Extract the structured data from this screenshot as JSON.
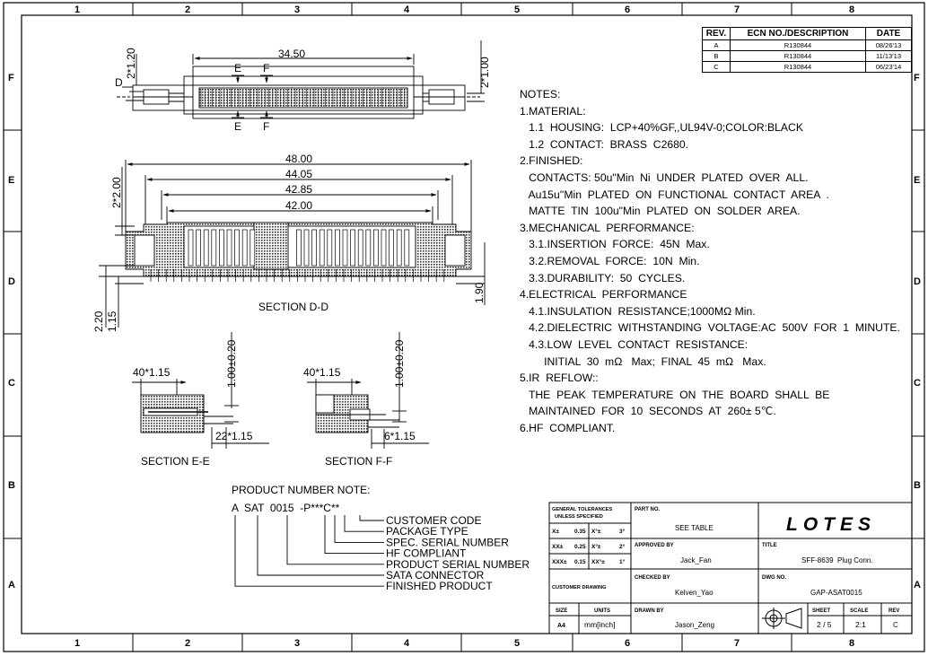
{
  "border": {
    "columns": [
      "1",
      "2",
      "3",
      "4",
      "5",
      "6",
      "7",
      "8"
    ],
    "rows": [
      "F",
      "E",
      "D",
      "C",
      "B",
      "A"
    ]
  },
  "revisions": {
    "headers": [
      "REV.",
      "ECN NO./DESCRIPTION",
      "DATE"
    ],
    "rows": [
      {
        "rev": "A",
        "ecn": "R130844",
        "date": "08/26'13"
      },
      {
        "rev": "B",
        "ecn": "R130844",
        "date": "11/13'13"
      },
      {
        "rev": "C",
        "ecn": "R130844",
        "date": "06/23'14"
      }
    ]
  },
  "top_view": {
    "dim_width": "34.50",
    "dim_left": "2*1.20",
    "dim_right": "2*1.00",
    "label_d": "D",
    "label_e_top": "E",
    "label_f_top": "F",
    "label_e_bottom": "E",
    "label_f_bottom": "F"
  },
  "section_dd": {
    "dims": [
      "48.00",
      "44.05",
      "42.85",
      "42.00"
    ],
    "dim_left": "2*2.00",
    "dim_right": "1.90",
    "dim_a": "2.20",
    "dim_b": "1.15",
    "caption": "SECTION D-D"
  },
  "section_ee": {
    "dim_top": "40*1.15",
    "dim_vert": "1.00±0.20",
    "dim_bottom": "22*1.15",
    "caption": "SECTION E-E"
  },
  "section_ff": {
    "dim_top": "40*1.15",
    "dim_vert": "1.00±0.20",
    "dim_bottom": "6*1.15",
    "caption": "SECTION F-F"
  },
  "notes": [
    "NOTES:",
    "1.MATERIAL:",
    "   1.1  HOUSING:  LCP+40%GF,,UL94V-0;COLOR:BLACK",
    "   1.2  CONTACT:  BRASS  C2680.",
    "2.FINISHED:",
    "   CONTACTS: 50u\"Min  Ni  UNDER  PLATED  OVER  ALL.",
    "   Au15u''Min  PLATED  ON  FUNCTIONAL  CONTACT  AREA  .",
    "   MATTE  TIN  100u\"Min  PLATED  ON  SOLDER  AREA.",
    "3.MECHANICAL  PERFORMANCE:",
    "   3.1.INSERTION  FORCE:  45N  Max.",
    "   3.2.REMOVAL  FORCE:  10N  Min.",
    "   3.3.DURABILITY:  50  CYCLES.",
    "4.ELECTRICAL  PERFORMANCE",
    "   4.1.INSULATION  RESISTANCE;1000MΩ Min.",
    "   4.2.DIELECTRIC  WITHSTANDING  VOLTAGE:AC  500V  FOR  1  MINUTE.",
    "   4.3.LOW  LEVEL  CONTACT  RESISTANCE:",
    "        INITIAL  30  mΩ   Max;  FINAL  45  mΩ   Max.",
    "5.IR  REFLOW::",
    "   THE  PEAK  TEMPERATURE  ON  THE  BOARD  SHALL  BE",
    "   MAINTAINED  FOR  10  SECONDS  AT  260± 5℃.",
    "6.HF  COMPLIANT."
  ],
  "product_number": {
    "title": "PRODUCT  NUMBER  NOTE:",
    "code": "A  SAT  0015  -P***C**",
    "labels": [
      "CUSTOMER  CODE",
      "PACKAGE  TYPE",
      "SPEC.  SERIAL  NUMBER",
      "HF  COMPLIANT",
      "PRODUCT  SERIAL  NUMBER",
      "SATA  CONNECTOR",
      "FINISHED  PRODUCT"
    ]
  },
  "title_block": {
    "tol_title_1": "GENERAL TOLERANCES",
    "tol_title_2": "UNLESS SPECIFIED",
    "tol_rows": [
      {
        "a": "X±",
        "b": "0.35",
        "c": "X°±",
        "d": "3°"
      },
      {
        "a": "XX±",
        "b": "0.25",
        "c": "X°±",
        "d": "2°"
      },
      {
        "a": "XXX±",
        "b": "0.15",
        "c": "XX°±",
        "d": "1°"
      }
    ],
    "customer_drawing": "CUSTOMER DRAWING",
    "size_label": "SIZE",
    "size_value": "A4",
    "units_label": "UNITS",
    "units_value": "mm[inch]",
    "part_no_label": "PART NO.",
    "part_no_value": "SEE TABLE",
    "approved_label": "APPROVED BY",
    "approved_value": "Jack_Fan",
    "checked_label": "CHECKED BY",
    "checked_value": "Kelven_Yao",
    "drawn_label": "DRAWN BY",
    "drawn_value": "Jason_Zeng",
    "logo": "LOTES",
    "title_label": "TITLE",
    "title_value": "SFF-8639  Plug Conn.",
    "dwg_label": "DWG NO.",
    "dwg_value": "GAP-ASAT0015",
    "sheet_label": "SHEET",
    "sheet_value": "2 / 5",
    "scale_label": "SCALE",
    "scale_value": "2:1",
    "rev_label": "REV",
    "rev_value": "C"
  }
}
